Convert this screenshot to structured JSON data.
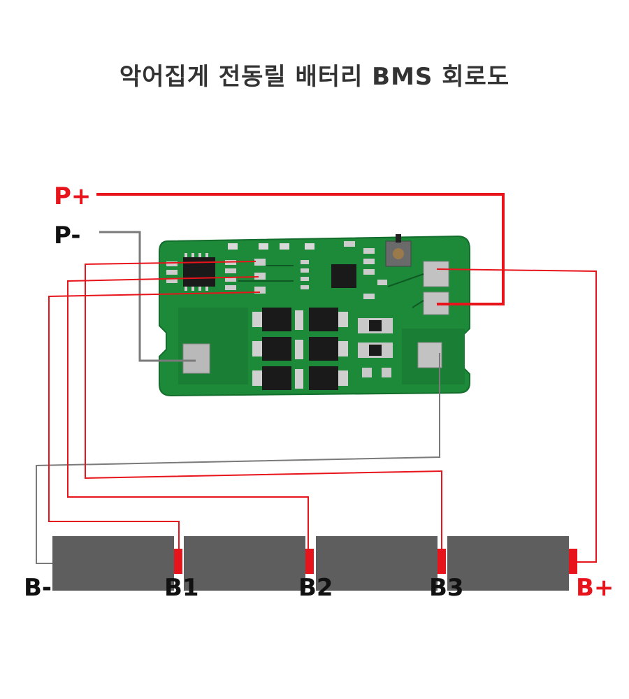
{
  "title": "악어집게 전동릴 배터리 BMS 회로도",
  "labels": {
    "p_plus": "P+",
    "p_minus": "P-",
    "b_minus": "B-",
    "b1": "B1",
    "b2": "B2",
    "b3": "B3",
    "b_plus": "B+"
  },
  "colors": {
    "red": "#e8141b",
    "black": "#111111",
    "pcb_green": "#1d8a3a",
    "cell_gray": "#5e5e5e",
    "wire_gray": "#7a7a7a",
    "pad_gray": "#b9b9b9"
  }
}
